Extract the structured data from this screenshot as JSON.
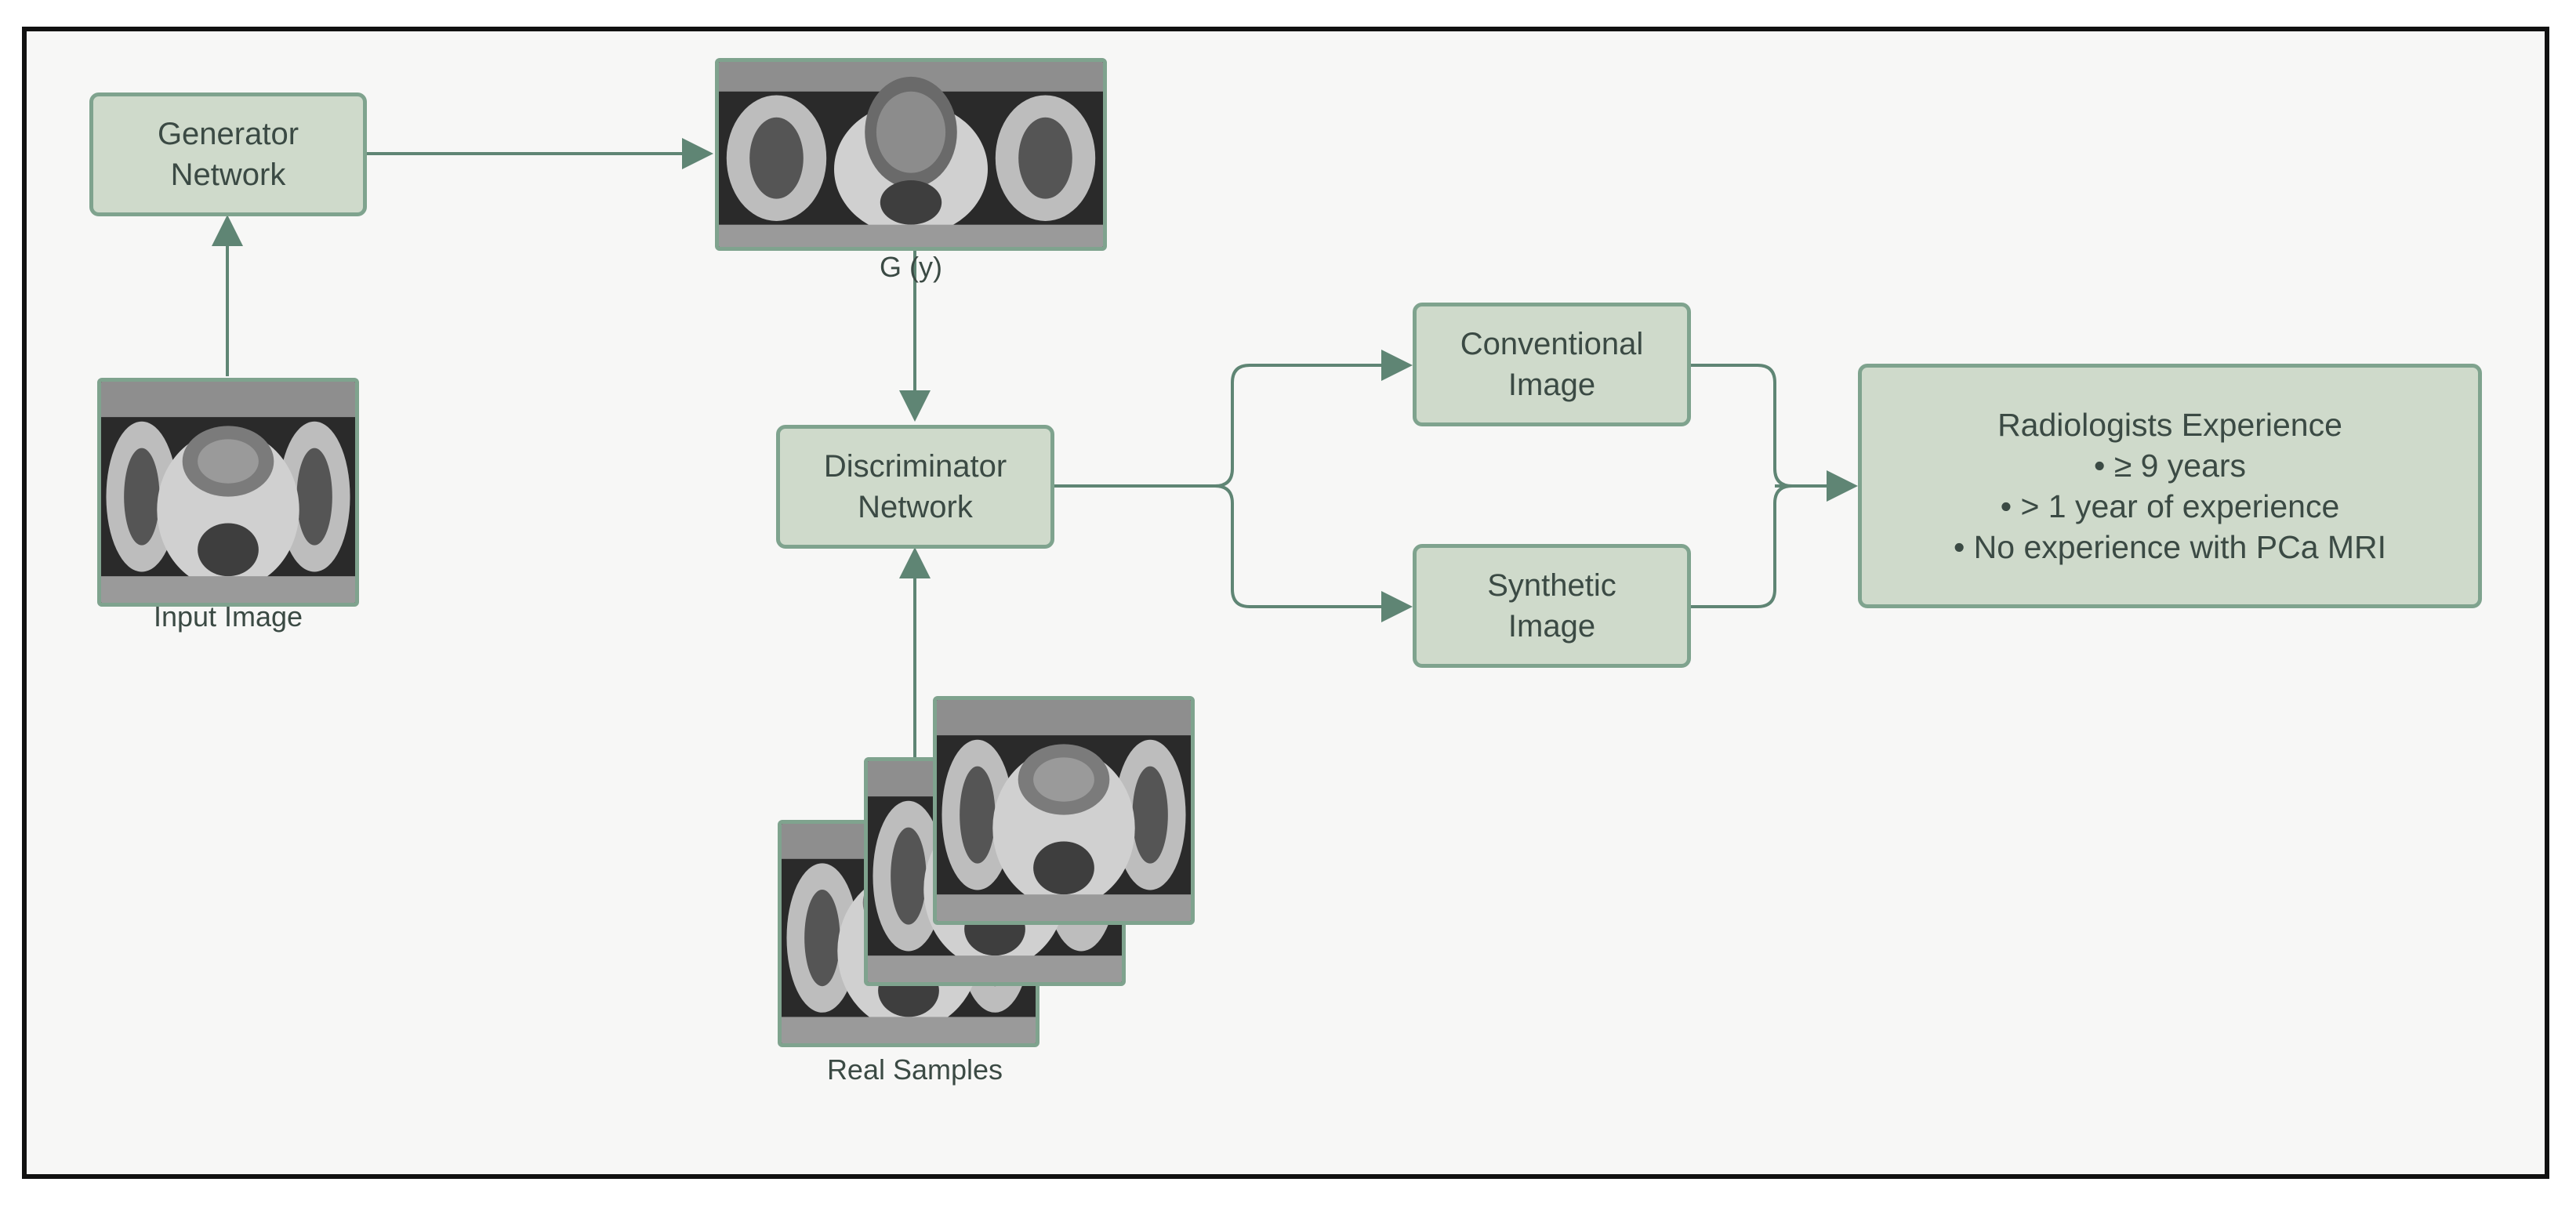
{
  "generator": {
    "line1": "Generator",
    "line2": "Network"
  },
  "input_image": {
    "caption": "Input Image"
  },
  "generated_image": {
    "caption": "G (y)"
  },
  "discriminator": {
    "line1": "Discriminator",
    "line2": "Network"
  },
  "real_samples": {
    "caption": "Real Samples"
  },
  "conventional": {
    "line1": "Conventional",
    "line2": "Image"
  },
  "synthetic": {
    "line1": "Synthetic",
    "line2": "Image"
  },
  "radiologists": {
    "title": "Radiologists Experience",
    "items": [
      "• ≥ 9 years",
      "• > 1 year of experience",
      "• No experience with PCa MRI"
    ]
  },
  "colors": {
    "box_fill": "#cfdacb",
    "box_border": "#7fa38e",
    "arrow": "#5f8574",
    "background": "#f7f7f6"
  }
}
